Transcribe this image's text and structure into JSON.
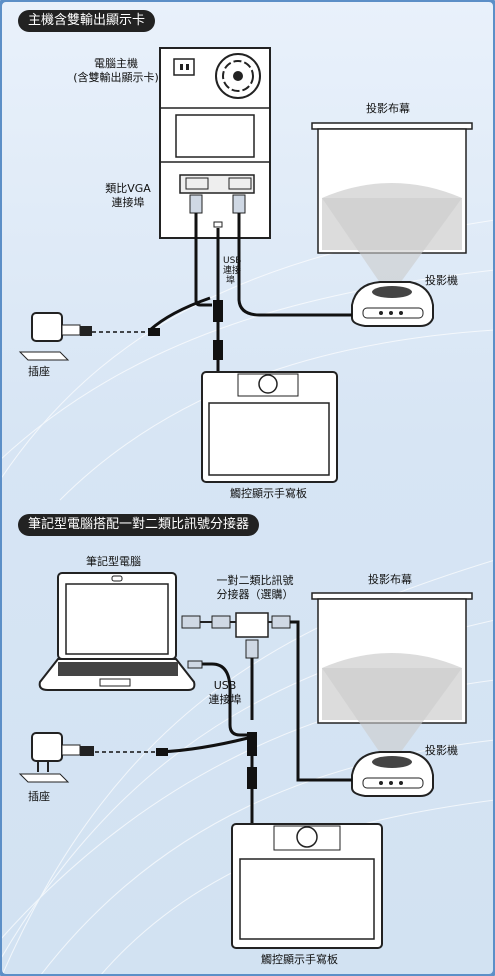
{
  "section1": {
    "title": "主機含雙輸出顯示卡",
    "computer_label_1": "電腦主機",
    "computer_label_2": "(含雙輸出顯示卡)",
    "vga_label_1": "類比VGA",
    "vga_label_2": "連接埠",
    "usb_label_1": "USB",
    "usb_label_2": "連接",
    "usb_label_3": "埠",
    "screen_label": "投影布幕",
    "projector_label": "投影機",
    "outlet_label": "插座",
    "tablet_label": "觸控顯示手寫板"
  },
  "section2": {
    "title": "筆記型電腦搭配一對二類比訊號分接器",
    "laptop_label": "筆記型電腦",
    "splitter_label_1": "一對二類比訊號",
    "splitter_label_2": "分接器（選購）",
    "usb_label_1": "USB",
    "usb_label_2": "連接埠",
    "screen_label": "投影布幕",
    "projector_label": "投影機",
    "outlet_label": "插座",
    "tablet_label": "觸控顯示手寫板"
  }
}
